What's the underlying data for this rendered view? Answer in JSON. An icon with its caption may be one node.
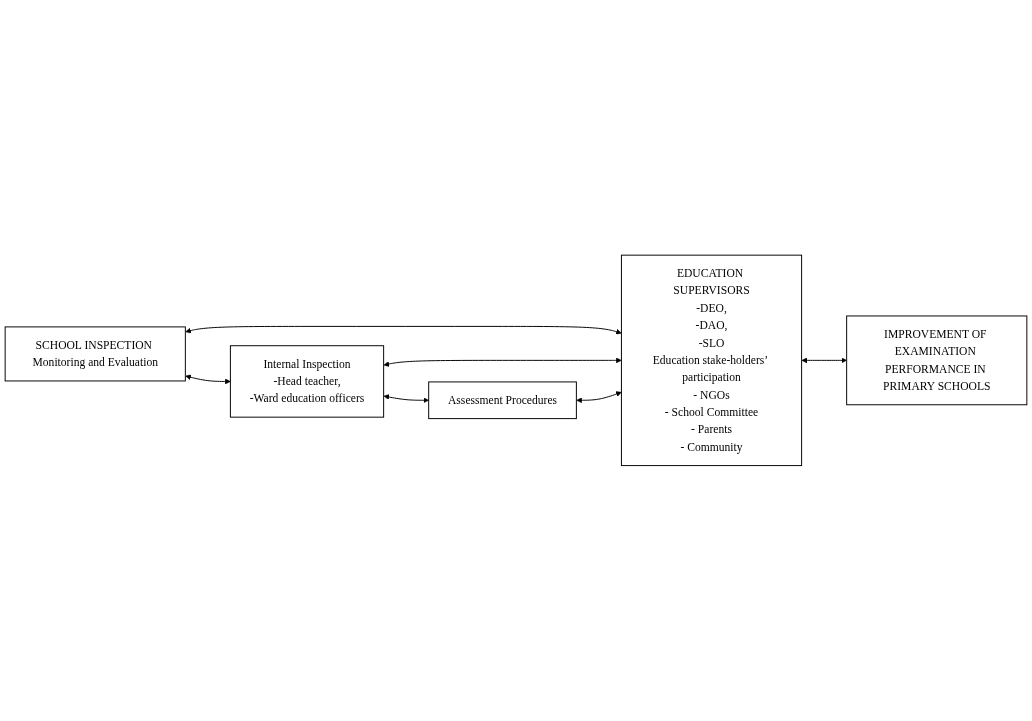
{
  "diagram": {
    "nodes": [
      {
        "text": [
          "SCHOOL INSPECTION Monitoring and Evaluation"
        ]
      },
      {
        "text": [
          "Internal Inspection",
          "-Head teacher,",
          "-Ward education officers"
        ]
      },
      {
        "text": [
          "Assessment Procedures"
        ]
      },
      {
        "text": [
          "EDUCATION SUPERVISORS",
          "-DEO,",
          "-DAO,",
          "-SLO",
          "Education stake-holders’ participation",
          "- NGOs",
          "- School Committee",
          "- Parents",
          "- Community"
        ]
      },
      {
        "text": [
          "IMPROVEMENT OF EXAMINATION PERFORMANCE IN PRIMARY SCHOOLS"
        ]
      }
    ],
    "edges": [
      {
        "from": 0,
        "to": 3,
        "arrow": "both"
      },
      {
        "from": 0,
        "to": 1,
        "arrow": "both"
      },
      {
        "from": 1,
        "to": 3,
        "arrow": "both"
      },
      {
        "from": 1,
        "to": 2,
        "arrow": "both"
      },
      {
        "from": 2,
        "to": 3,
        "arrow": "both"
      },
      {
        "from": 3,
        "to": 4,
        "arrow": "both"
      }
    ]
  }
}
